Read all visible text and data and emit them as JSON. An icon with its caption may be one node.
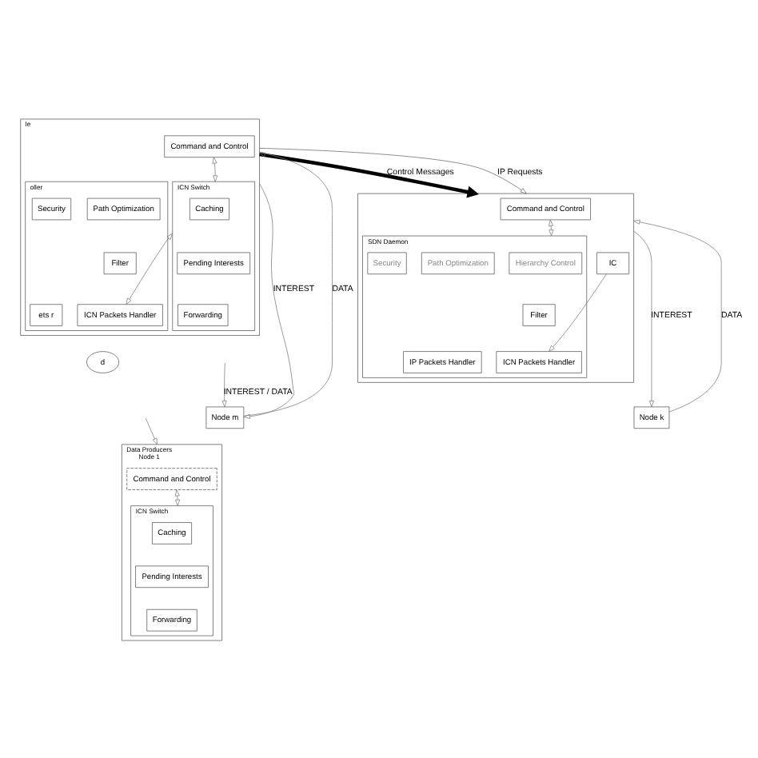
{
  "diagram": {
    "nodes": [
      {
        "text": [
          "le"
        ]
      },
      {
        "text": [
          "Command and Control"
        ],
        "in": 0
      },
      {
        "text": [
          "oller"
        ],
        "in": 0
      },
      {
        "text": [
          "Path Optimization"
        ],
        "in": 2
      },
      {
        "text": [
          "Security"
        ],
        "in": 2
      },
      {
        "text": [
          "Filter"
        ],
        "in": 2
      },
      {
        "text": [
          "ets r"
        ],
        "in": 2
      },
      {
        "text": [
          "ICN Packets Handler"
        ],
        "in": 2
      },
      {
        "text": [
          "ICN Switch"
        ],
        "in": 0
      },
      {
        "text": [
          "Caching"
        ],
        "in": 8
      },
      {
        "text": [
          "Pending Interests"
        ],
        "in": 8
      },
      {
        "text": [
          "Forwarding"
        ],
        "in": 8
      },
      {
        "text": [],
        "shape": "box"
      },
      {
        "text": [
          "Command and Control"
        ],
        "in": 12
      },
      {
        "text": [
          "SDN Daemon"
        ],
        "in": 12
      },
      {
        "text": [
          "Hierarchy Control"
        ],
        "in": 14
      },
      {
        "text": [
          "Path Optimization"
        ],
        "in": 14
      },
      {
        "text": [
          "Security"
        ],
        "in": 14
      },
      {
        "text": [
          "Filter"
        ],
        "in": 14
      },
      {
        "text": [
          "IP Packets Handler"
        ],
        "in": 14
      },
      {
        "text": [
          "ICN Packets Handler"
        ],
        "in": 14
      },
      {
        "text": [
          "IC"
        ],
        "in": 12
      },
      {
        "text": [
          "d"
        ]
      },
      {
        "text": [
          "Node m"
        ]
      },
      {
        "text": [
          "Node k"
        ]
      },
      {
        "text": [
          "Data Producers",
          "Node 1"
        ]
      },
      {
        "text": [
          "Command and Control"
        ],
        "in": 25
      },
      {
        "text": [
          "ICN Switch"
        ],
        "in": 25
      },
      {
        "text": [
          "Caching"
        ],
        "in": 27
      },
      {
        "text": [
          "Pending Interests"
        ],
        "in": 27
      },
      {
        "text": [
          "Forwarding"
        ],
        "in": 27
      }
    ],
    "edges": [
      {
        "from": 1,
        "to": 8,
        "arrow": "both"
      },
      {
        "from": 8,
        "to": 7,
        "arrow": "both"
      },
      {
        "from": 0,
        "to": 12,
        "arrow": "to",
        "label": "IP Requests",
        "color": "#666666"
      },
      {
        "from": 0,
        "to": 12,
        "arrow": "to",
        "label": "Control Messages",
        "style": "thick",
        "color": "#000000"
      },
      {
        "from": 13,
        "to": 14,
        "arrow": "both"
      },
      {
        "from": 21,
        "to": 20,
        "arrow": "to"
      },
      {
        "from": 0,
        "to": 23,
        "arrow": "to",
        "label": "INTEREST"
      },
      {
        "from": 23,
        "to": 0,
        "arrow": "to",
        "label": "DATA"
      },
      {
        "from": 24,
        "to": 12,
        "arrow": "to",
        "label": "DATA"
      },
      {
        "from": 12,
        "to": 24,
        "arrow": "to",
        "label": "INTEREST"
      },
      {
        "from": null,
        "to": 23,
        "arrow": "to",
        "label": "INTEREST / DATA"
      },
      {
        "from": null,
        "to": 25,
        "arrow": "to"
      },
      {
        "from": 26,
        "to": 27,
        "arrow": "both"
      }
    ]
  }
}
